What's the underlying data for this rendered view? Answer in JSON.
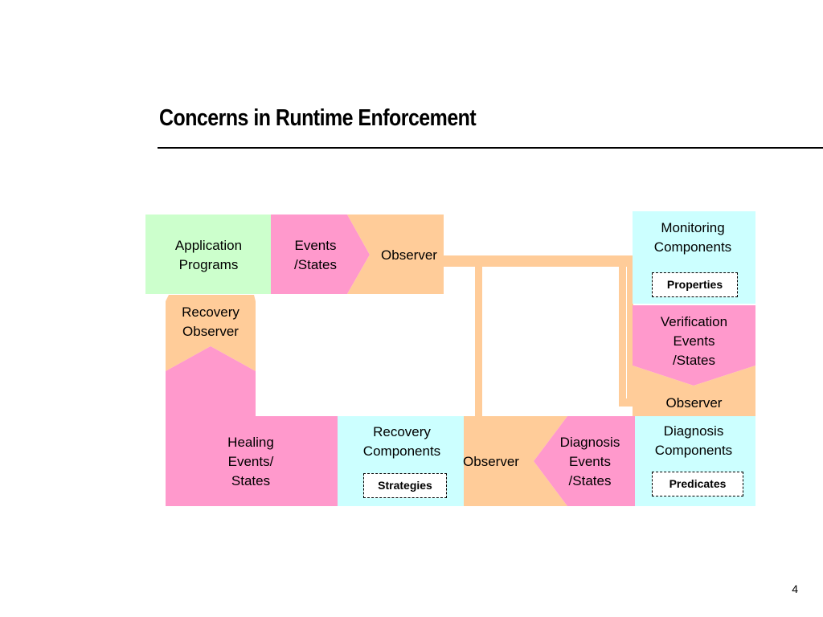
{
  "slide": {
    "title": "Concerns in Runtime Enforcement",
    "page_number": "4"
  },
  "colors": {
    "green": "#ccffcc",
    "pink": "#ff99cc",
    "peach": "#ffcc99",
    "cyan": "#ccffff"
  },
  "diagram": {
    "application": "Application\nPrograms",
    "events_states_top": "Events\n/States",
    "observer_top": "Observer",
    "recovery_observer": "Recovery\nObserver",
    "healing": "Healing\nEvents/\nStates",
    "recovery_components": "Recovery\nComponents",
    "strategies": "Strategies",
    "observer_bottom": "Observer",
    "diagnosis_events": "Diagnosis\nEvents\n/States",
    "diagnosis_components": "Diagnosis\nComponents",
    "predicates": "Predicates",
    "monitoring_components": "Monitoring\nComponents",
    "properties": "Properties",
    "verification_events": "Verification\nEvents\n/States",
    "observer_right": "Observer"
  }
}
